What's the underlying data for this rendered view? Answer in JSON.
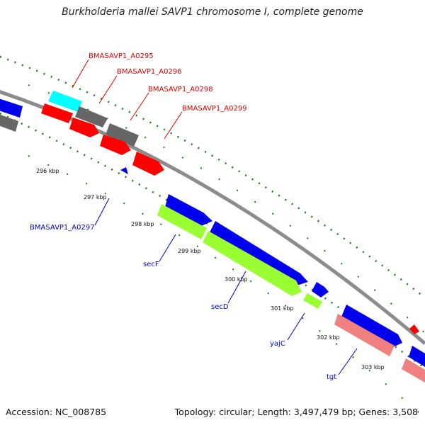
{
  "title": "Burkholderia mallei SAVP1 chromosome I, complete genome",
  "accession_text": "Accession: NC_008785",
  "topology_text": "Topology: circular; Length: 3,497,479 bp; Genes: 3,508",
  "colors": {
    "backbone": "#8c8c8c",
    "red_gene": "#ff0000",
    "blue_gene": "#0000ee",
    "green_gene": "#99ff33",
    "pink_gene": "#f08080",
    "cyan_gene": "#00ffff",
    "gray_gene": "#666666",
    "tick_dot": "#1a7a1a",
    "red_label": "#dd0000",
    "blue_label": "#0000cc"
  },
  "scale_labels": [
    "296 kbp",
    "297 kbp",
    "298 kbp",
    "299 kbp",
    "300 kbp",
    "301 kbp",
    "302 kbp",
    "303 kbp"
  ],
  "top_labels": [
    "BMASAVP1_A0295",
    "BMASAVP1_A0296",
    "BMASAVP1_A0298",
    "BMASAVP1_A0299"
  ],
  "bottom_labels": [
    "BMASAVP1_A0297",
    "secF",
    "secD",
    "yajC",
    "tgt"
  ]
}
